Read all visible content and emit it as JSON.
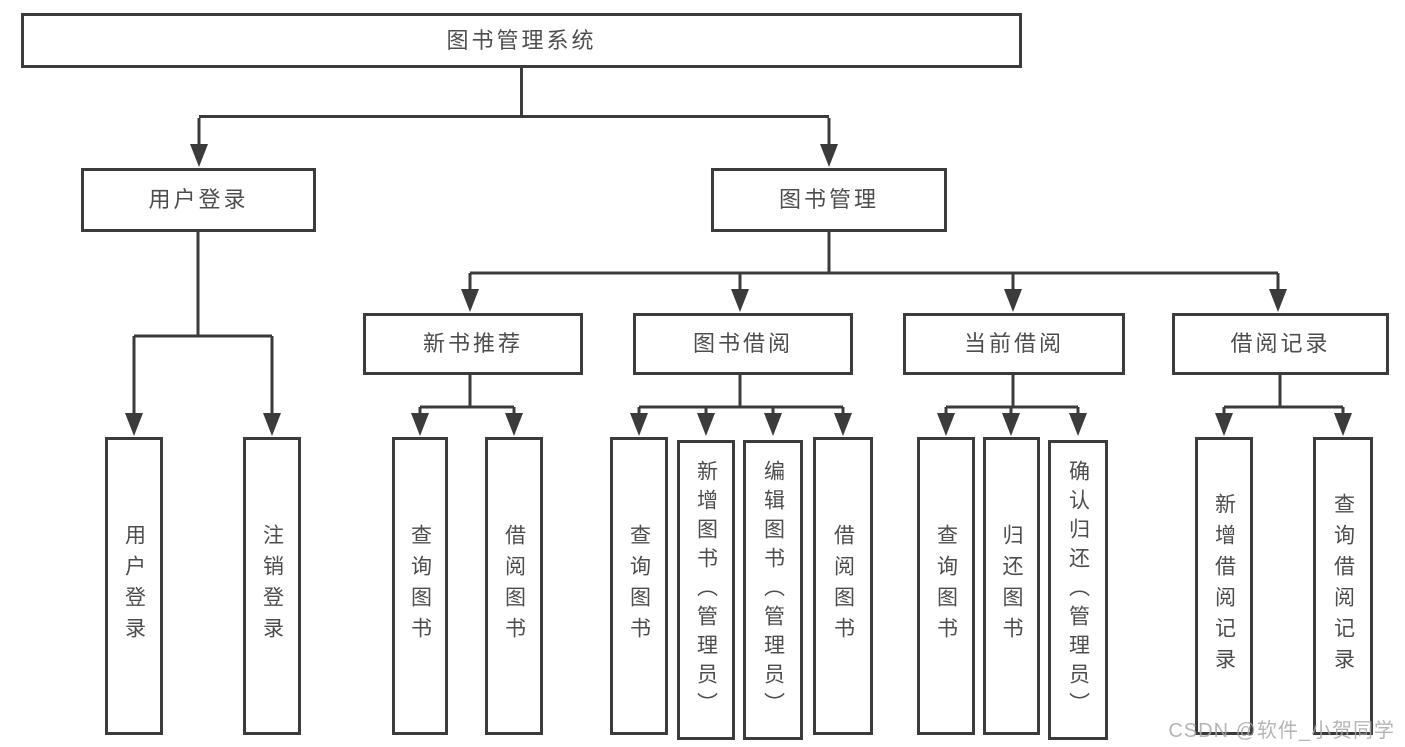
{
  "tree": {
    "root": {
      "label": "图书管理系统",
      "children": [
        {
          "label": "用户登录",
          "children": [
            {
              "label": "用户登录"
            },
            {
              "label": "注销登录"
            }
          ]
        },
        {
          "label": "图书管理",
          "children": [
            {
              "label": "新书推荐",
              "children": [
                {
                  "label": "查询图书"
                },
                {
                  "label": "借阅图书"
                }
              ]
            },
            {
              "label": "图书借阅",
              "children": [
                {
                  "label": "查询图书"
                },
                {
                  "label": "新增图书（管理员）"
                },
                {
                  "label": "编辑图书（管理员）"
                },
                {
                  "label": "借阅图书"
                }
              ]
            },
            {
              "label": "当前借阅",
              "children": [
                {
                  "label": "查询图书"
                },
                {
                  "label": "归还图书"
                },
                {
                  "label": "确认归还（管理员）"
                }
              ]
            },
            {
              "label": "借阅记录",
              "children": [
                {
                  "label": "新增借阅记录"
                },
                {
                  "label": "查询借阅记录"
                }
              ]
            }
          ]
        }
      ]
    }
  },
  "watermark": "CSDN @软件_小贺同学",
  "colors": {
    "line": "#3b3b3b",
    "border": "#3b3b3b",
    "text": "#4d4d4d",
    "box_fill": "#ffffff",
    "background": "#ffffff",
    "watermark": "#a8a8a8"
  }
}
